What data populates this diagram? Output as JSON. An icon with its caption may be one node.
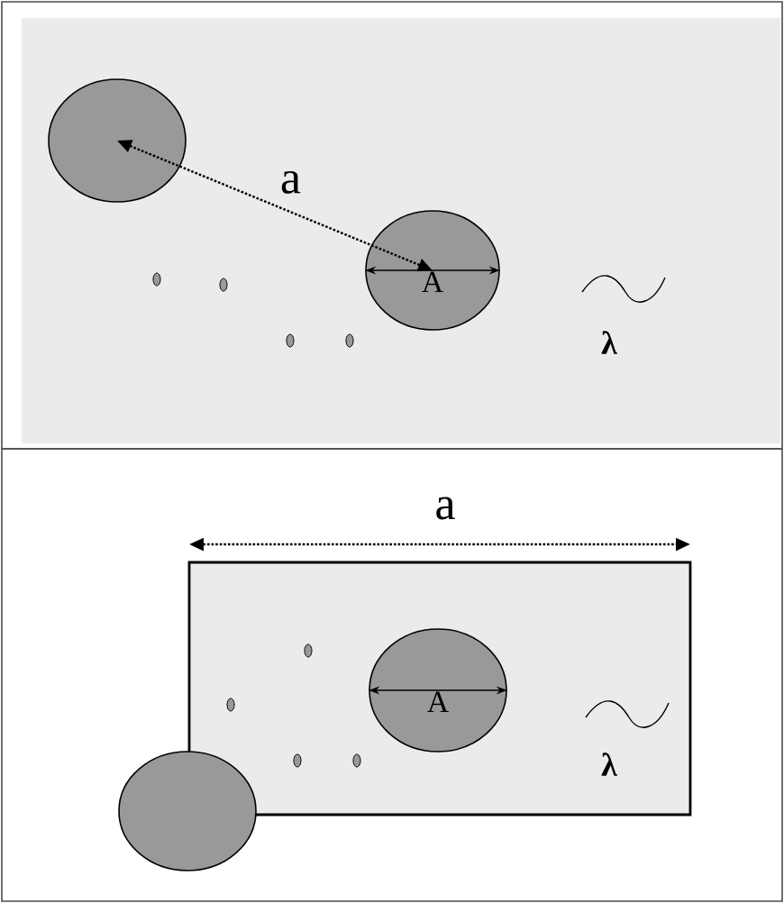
{
  "diagram": {
    "nodes": [
      {
        "text": [],
        "shape": "circle"
      },
      {
        "text": [
          "A"
        ]
      },
      {
        "text": [],
        "shape": "box"
      },
      {
        "text": [
          "A"
        ],
        "in": 2
      },
      {
        "text": [],
        "shape": "circle"
      }
    ],
    "edges": [
      {
        "from": 0,
        "to": 1,
        "arrow": "both",
        "label": "a",
        "style": "dashed"
      }
    ],
    "labels": [
      "λ",
      "a",
      "λ"
    ]
  }
}
